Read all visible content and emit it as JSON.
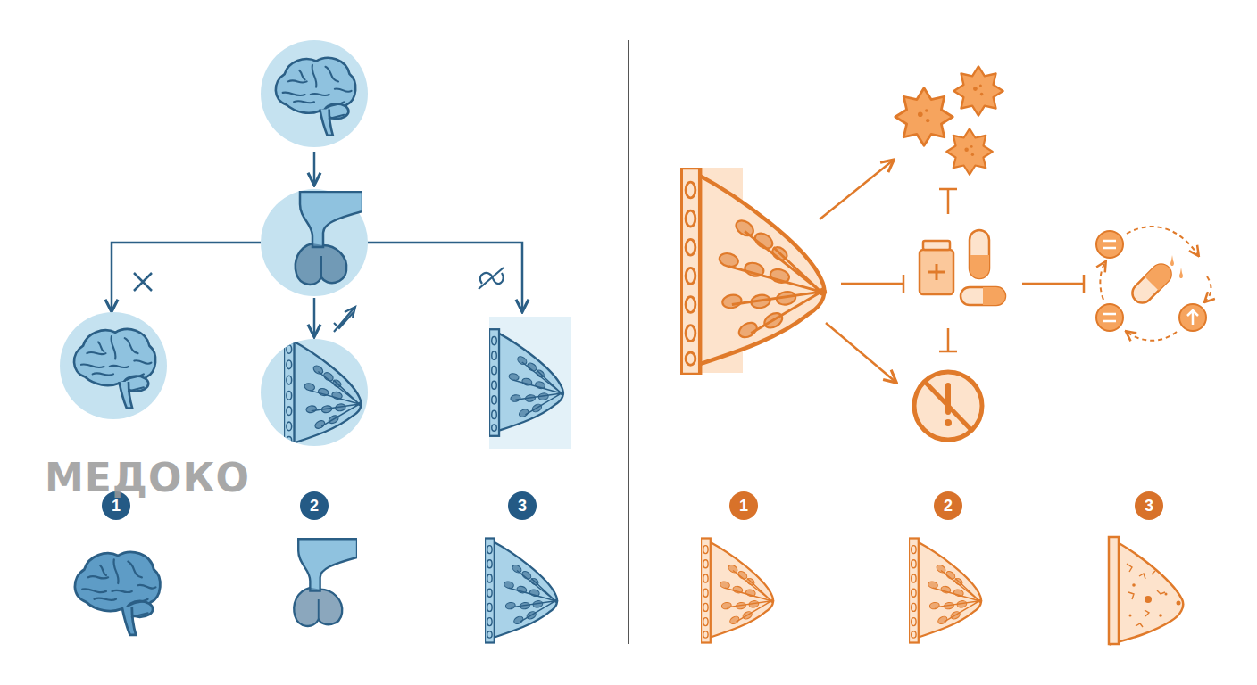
{
  "diagram": {
    "nodes": [
      {
        "text": [
          "1"
        ]
      },
      {
        "text": [
          "2"
        ]
      },
      {
        "text": [
          "3"
        ]
      },
      {
        "text": [
          "1"
        ]
      },
      {
        "text": [
          "2"
        ]
      },
      {
        "text": [
          "3"
        ]
      }
    ],
    "labels": [
      "МЕДОКО"
    ]
  }
}
